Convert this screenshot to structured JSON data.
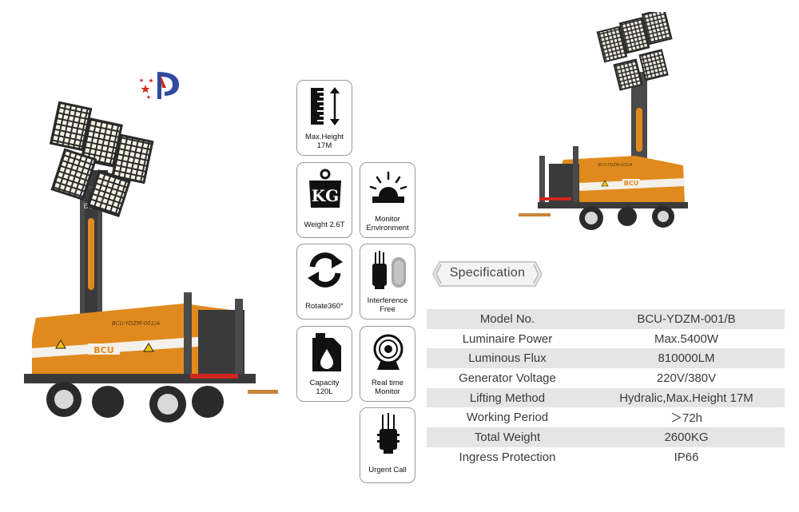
{
  "brand": {
    "accent": "#e08a1e",
    "dark": "#3c3c3c",
    "logo_red": "#d0261f",
    "logo_blue": "#2f4aa0"
  },
  "machine": {
    "model_marking": "BCU-YDZM-001/A",
    "model_marking_right": "BCU-YDZM-001/A",
    "brand_mark": "BCU",
    "mast_mark": "BCU"
  },
  "features": [
    {
      "icon": "height-ruler-icon",
      "label": "Max.Height\n17M"
    },
    {
      "icon": "weight-kg-icon",
      "label": "Weight  2.6T"
    },
    {
      "icon": "monitor-alarm-icon",
      "label": "Monitor\nEnvironment"
    },
    {
      "icon": "rotate-icon",
      "label": "Rotate360°"
    },
    {
      "icon": "interference-free-icon",
      "label": "Interference\nFree"
    },
    {
      "icon": "fuel-tank-icon",
      "label": "Capacity\n120L"
    },
    {
      "icon": "webcam-icon",
      "label": "Real time\nMonitor"
    },
    {
      "icon": "antenna-icon",
      "label": "Urgent Call"
    }
  ],
  "icon_text": {
    "kg": "KG"
  },
  "spec": {
    "title": "Specification",
    "rows": [
      {
        "label": "Model No.",
        "value": "BCU-YDZM-001/B"
      },
      {
        "label": "Luminaire Power",
        "value": "Max.5400W"
      },
      {
        "label": "Luminous Flux",
        "value": "810000LM"
      },
      {
        "label": "Generator Voltage",
        "value": "220V/380V"
      },
      {
        "label": "Lifting Method",
        "value": "Hydralic,Max.Height 17M"
      },
      {
        "label": "Working Period",
        "value": "＞72h"
      },
      {
        "label": "Total Weight",
        "value": "2600KG"
      },
      {
        "label": "Ingress Protection",
        "value": "IP66"
      }
    ]
  }
}
